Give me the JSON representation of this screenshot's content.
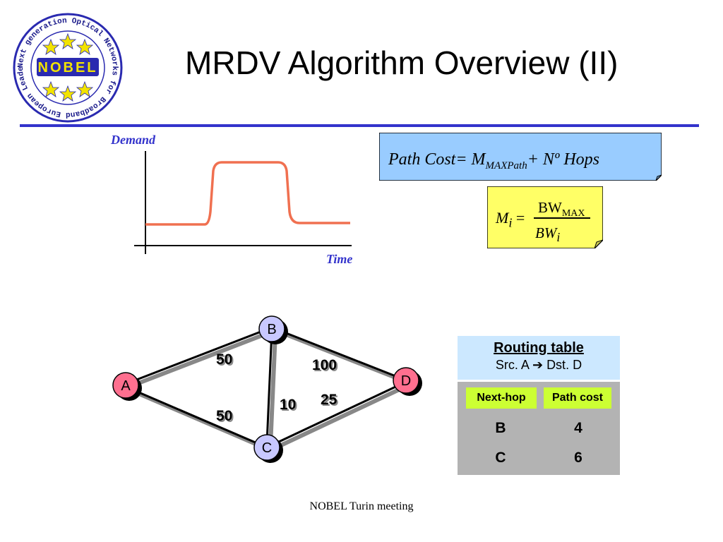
{
  "slide": {
    "title": "MRDV Algorithm Overview (II)",
    "footer": "NOBEL Turin  meeting"
  },
  "logo": {
    "center_text": "NOBEL",
    "ring_text": "Next generation Optical Networks for Broadband European Leadership"
  },
  "demand_chart": {
    "y_label": "Demand",
    "x_label": "Time",
    "color": "#f07050"
  },
  "path_cost": {
    "prefix": "Path Cost",
    "equals": "=",
    "m": "M",
    "m_sub": "MAXPath",
    "rest": "+ Nº Hops"
  },
  "mi_formula": {
    "lhs": "M",
    "lhs_sub": "i",
    "equals": "=",
    "num": "BW",
    "num_sub": "MAX",
    "den": "BW",
    "den_sub": "i"
  },
  "network": {
    "nodes": [
      {
        "id": "A",
        "label": "A",
        "color": "#ff6f8f"
      },
      {
        "id": "B",
        "label": "B",
        "color": "#c8c8ff"
      },
      {
        "id": "C",
        "label": "C",
        "color": "#c8c8ff"
      },
      {
        "id": "D",
        "label": "D",
        "color": "#ff6f8f"
      }
    ],
    "links": [
      {
        "from": "A",
        "to": "B",
        "label": "50"
      },
      {
        "from": "A",
        "to": "C",
        "label": "50"
      },
      {
        "from": "B",
        "to": "C",
        "label": "10"
      },
      {
        "from": "B",
        "to": "D",
        "label": "100"
      },
      {
        "from": "C",
        "to": "D",
        "label": "25"
      }
    ]
  },
  "routing_table": {
    "title": "Routing table",
    "subtitle_src": "Src. A",
    "arrow": "➔",
    "subtitle_dst": "Dst. D",
    "headers": [
      "Next-hop",
      "Path cost"
    ],
    "rows": [
      [
        "B",
        "4"
      ],
      [
        "C",
        "6"
      ]
    ]
  },
  "colors": {
    "accent": "#3333cc",
    "callout_blue": "#99ccff",
    "callout_yellow": "#ffff66",
    "table_header_bg": "#cce8ff",
    "table_body_bg": "#b3b3b3",
    "table_col_head": "#ccff33"
  }
}
